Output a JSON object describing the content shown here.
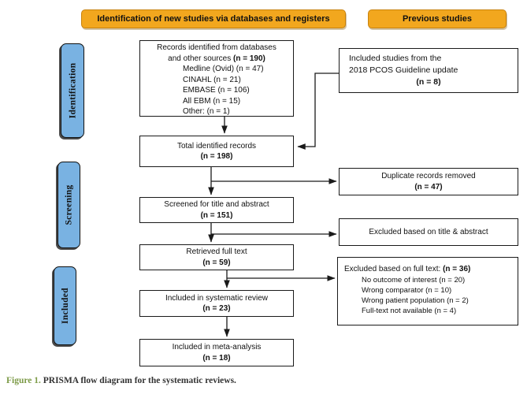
{
  "headers": {
    "new_studies": "Identification of new studies via databases and registers",
    "previous_studies": "Previous studies"
  },
  "stages": {
    "identification": "Identification",
    "screening": "Screening",
    "included": "Included"
  },
  "flow": {
    "records": {
      "line1": "Records identified from databases",
      "line2_prefix": "and other sources ",
      "line2_n": "(n = 190)",
      "items": [
        "Medline (Ovid) (n = 47)",
        "CINAHL (n = 21)",
        "EMBASE (n = 106)",
        "All EBM (n = 15)",
        "Other: (n = 1)"
      ]
    },
    "total": {
      "label": "Total identified records",
      "n": "(n = 198)"
    },
    "screened": {
      "label": "Screened for title and abstract",
      "n": "(n = 151)"
    },
    "retrieved": {
      "label": "Retrieved full text",
      "n": "(n = 59)"
    },
    "systematic": {
      "label": "Included in systematic review",
      "n": "(n = 23)"
    },
    "meta": {
      "label": "Included in meta-analysis",
      "n": "(n = 18)"
    }
  },
  "side": {
    "guideline": {
      "line1": "Included studies from the",
      "line2": "2018 PCOS Guideline update",
      "n": "(n = 8)"
    },
    "duplicates": {
      "label": "Duplicate records removed",
      "n": "(n = 47)"
    },
    "excluded_title": {
      "label": "Excluded based on title & abstract"
    },
    "excluded_full": {
      "label": "Excluded based on full text: ",
      "n": "(n = 36)",
      "items": [
        "No outcome of interest (n = 20)",
        "Wrong comparator (n = 10)",
        "Wrong patient population (n = 2)",
        "Full-text not available (n = 4)"
      ]
    }
  },
  "caption": {
    "figure_label": "Figure 1.",
    "text": " PRISMA flow diagram for the systematic reviews."
  },
  "colors": {
    "header_orange": "#F2A71E",
    "stage_blue": "#79B2E2",
    "caption_green": "#7D9B48",
    "box_border": "#1a1a1a"
  }
}
